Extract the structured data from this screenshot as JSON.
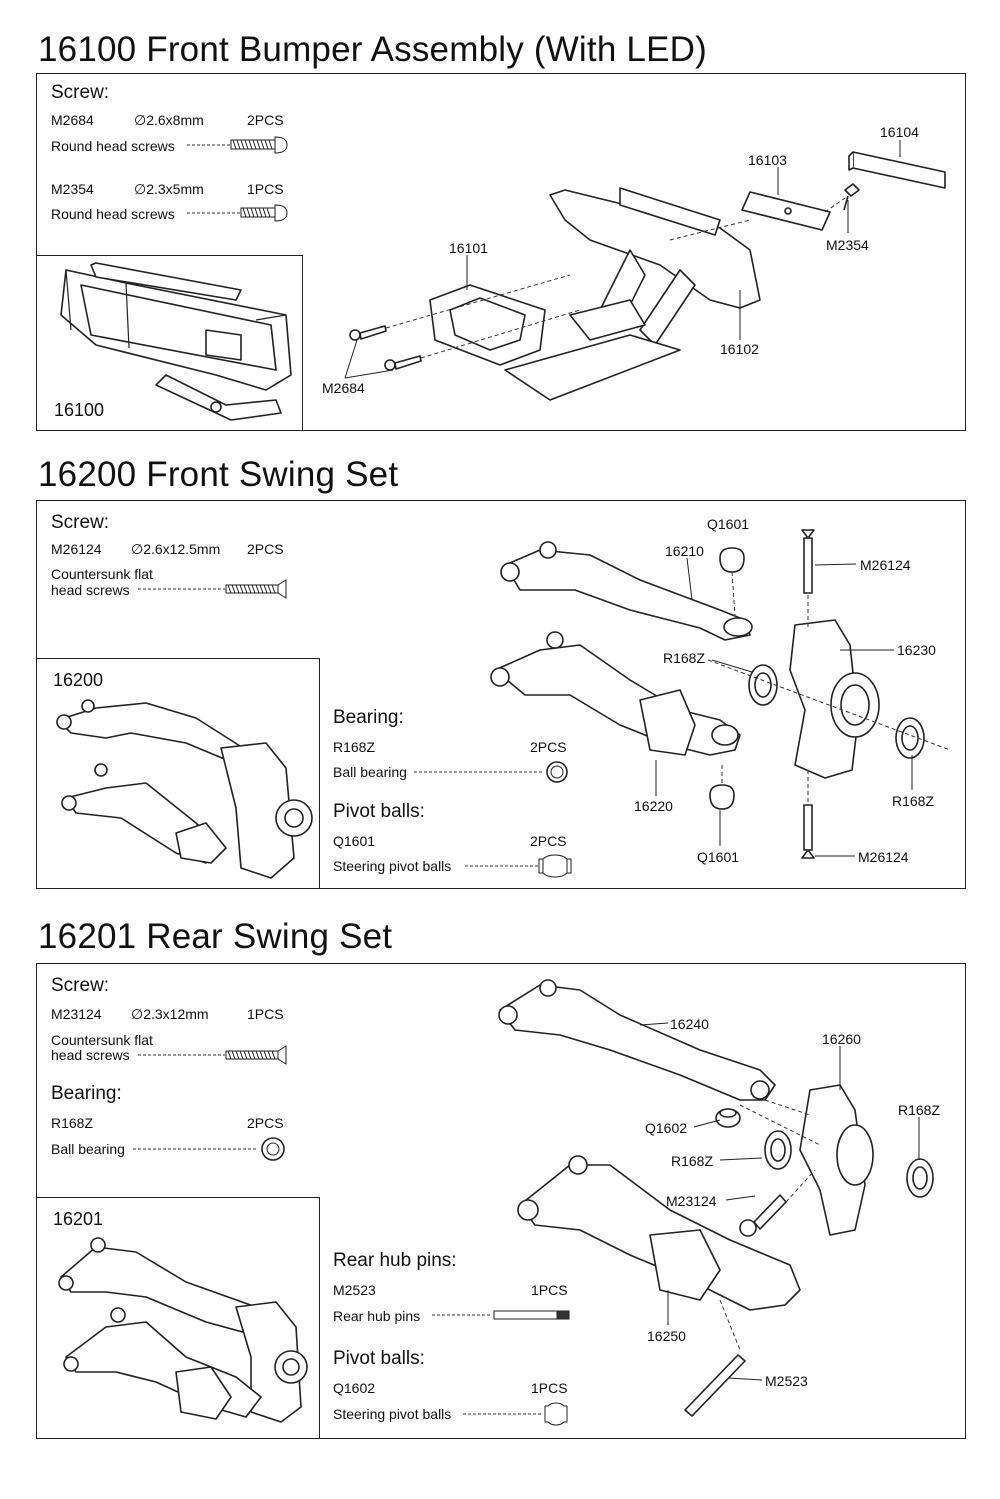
{
  "sections": [
    {
      "title": "16100 Front Bumper Assembly (With LED)",
      "screw_heading": "Screw:",
      "parts": [
        {
          "code": "M2684",
          "size": "∅2.6x8mm",
          "qty": "2PCS",
          "desc": "Round head screws"
        },
        {
          "code": "M2354",
          "size": "∅2.3x5mm",
          "qty": "1PCS",
          "desc": "Round head screws"
        }
      ],
      "assembly_number": "16100",
      "callouts": [
        "16104",
        "16103",
        "16101",
        "M2354",
        "16102",
        "M2684"
      ]
    },
    {
      "title": "16200 Front Swing Set",
      "screw_heading": "Screw:",
      "screw": {
        "code": "M26124",
        "size": "∅2.6x12.5mm",
        "qty": "2PCS",
        "desc_line1": "Countersunk flat",
        "desc_line2": "head screws"
      },
      "assembly_number": "16200",
      "bearing_heading": "Bearing:",
      "bearing": {
        "code": "R168Z",
        "qty": "2PCS",
        "desc": "Ball bearing"
      },
      "pivot_heading": "Pivot balls:",
      "pivot": {
        "code": "Q1601",
        "qty": "2PCS",
        "desc": "Steering pivot balls"
      },
      "callouts": [
        "Q1601",
        "16210",
        "M26124",
        "16230",
        "R168Z",
        "R168Z",
        "16220",
        "Q1601",
        "M26124"
      ]
    },
    {
      "title": "16201 Rear Swing Set",
      "screw_heading": "Screw:",
      "screw": {
        "code": "M23124",
        "size": "∅2.3x12mm",
        "qty": "1PCS",
        "desc_line1": "Countersunk flat",
        "desc_line2": "head screws"
      },
      "bearing_heading": "Bearing:",
      "bearing": {
        "code": "R168Z",
        "qty": "2PCS",
        "desc": "Ball bearing"
      },
      "assembly_number": "16201",
      "hub_heading": "Rear hub pins:",
      "hub": {
        "code": "M2523",
        "qty": "1PCS",
        "desc": "Rear hub pins"
      },
      "pivot_heading": "Pivot balls:",
      "pivot": {
        "code": "Q1602",
        "qty": "1PCS",
        "desc": "Steering pivot balls"
      },
      "callouts": [
        "16240",
        "16260",
        "R168Z",
        "Q1602",
        "R168Z",
        "M23124",
        "16250",
        "M2523"
      ]
    }
  ]
}
